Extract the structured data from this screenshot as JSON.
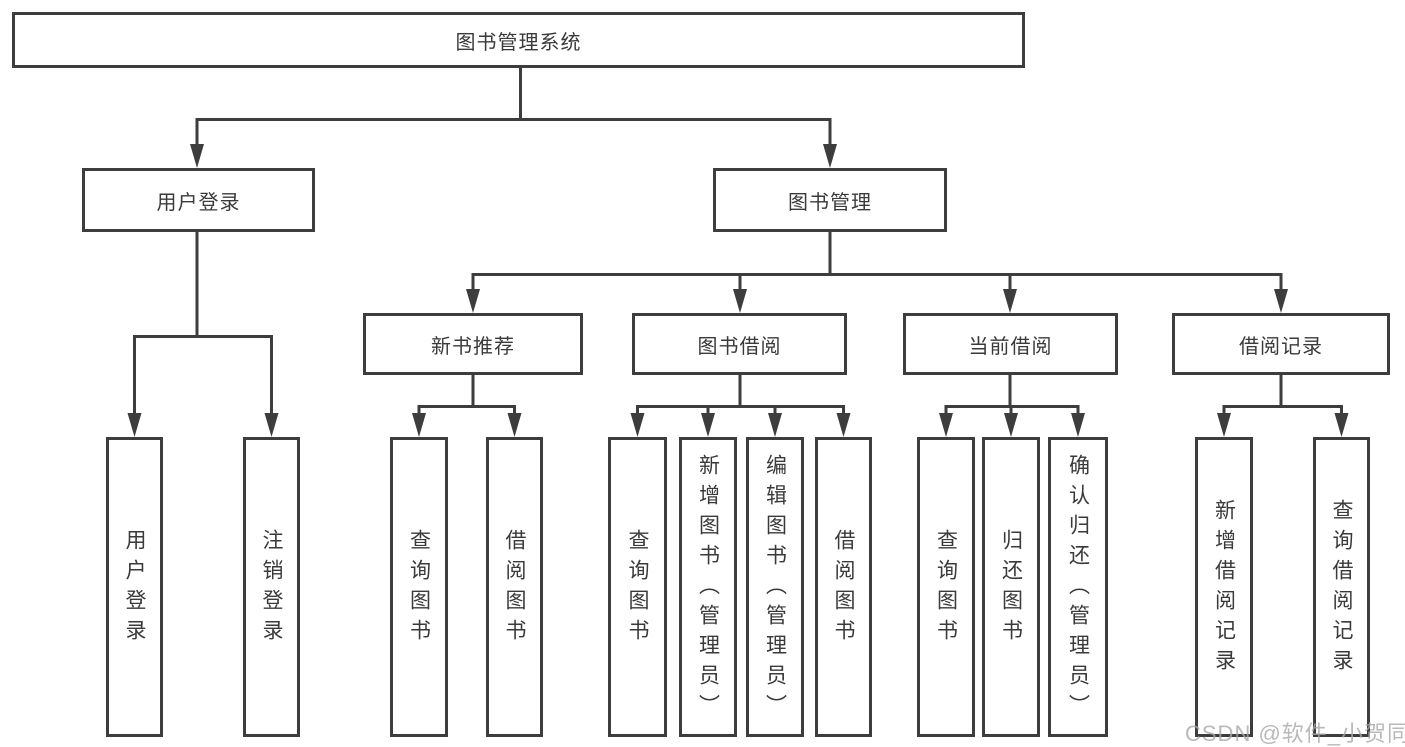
{
  "diagram": {
    "label": "图书管理系统",
    "children": [
      {
        "label": "用户登录",
        "children": [
          {
            "label": "用户登录"
          },
          {
            "label": "注销登录"
          }
        ]
      },
      {
        "label": "图书管理",
        "children": [
          {
            "label": "新书推荐",
            "children": [
              {
                "label": "查询图书"
              },
              {
                "label": "借阅图书"
              }
            ]
          },
          {
            "label": "图书借阅",
            "children": [
              {
                "label": "查询图书"
              },
              {
                "label": "新增图书（管理员）"
              },
              {
                "label": "编辑图书（管理员）"
              },
              {
                "label": "借阅图书"
              }
            ]
          },
          {
            "label": "当前借阅",
            "children": [
              {
                "label": "查询图书"
              },
              {
                "label": "归还图书"
              },
              {
                "label": "确认归还（管理员）"
              }
            ]
          },
          {
            "label": "借阅记录",
            "children": [
              {
                "label": "新增借阅记录"
              },
              {
                "label": "查询借阅记录"
              }
            ]
          }
        ]
      }
    ]
  },
  "watermark": {
    "text": "CSDN @软件_小贺同学"
  },
  "colors": {
    "line": "#3d3d3d",
    "text": "#3a3a3a",
    "background": "#ffffff",
    "watermark": "#a8a8a8"
  }
}
